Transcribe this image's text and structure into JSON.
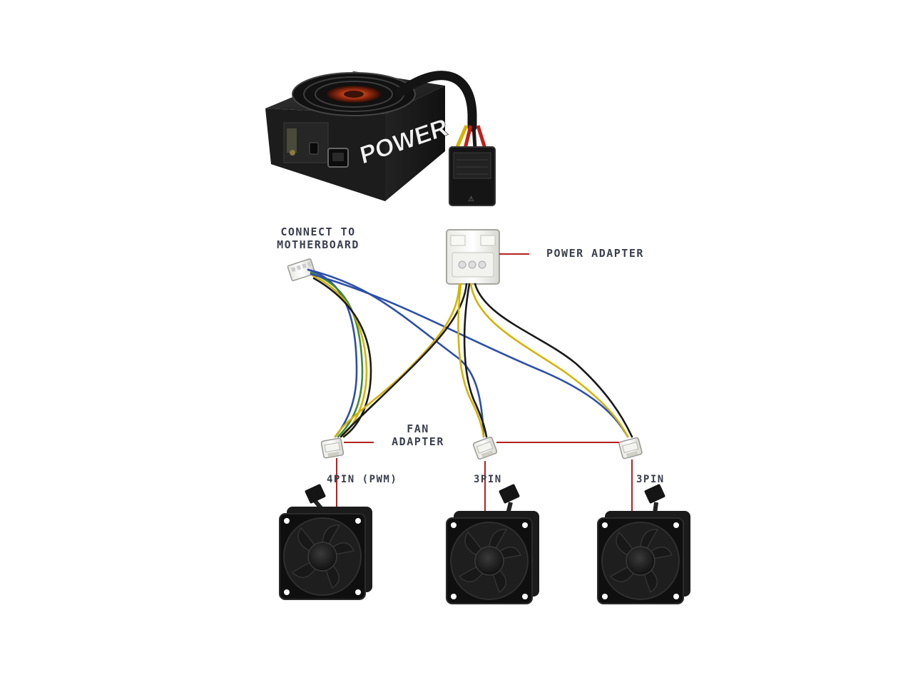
{
  "psu": {
    "brand_text": "POWER"
  },
  "labels": {
    "motherboard_line1": "CONNECT TO",
    "motherboard_line2": "MOTHERBOARD",
    "power_adapter": "POWER ADAPTER",
    "fan_adapter_line1": "FAN",
    "fan_adapter_line2": "ADAPTER",
    "fan_left": "4PIN (PWM)",
    "fan_middle": "3PIN",
    "fan_right": "3PIN"
  },
  "colors": {
    "leader_line": "#b22222",
    "wire_blue": "#2c4fa8",
    "wire_yellow": "#d4b400",
    "wire_green": "#3f8a3a",
    "wire_black": "#1a1a1a",
    "label_text": "#3a3f4d"
  }
}
